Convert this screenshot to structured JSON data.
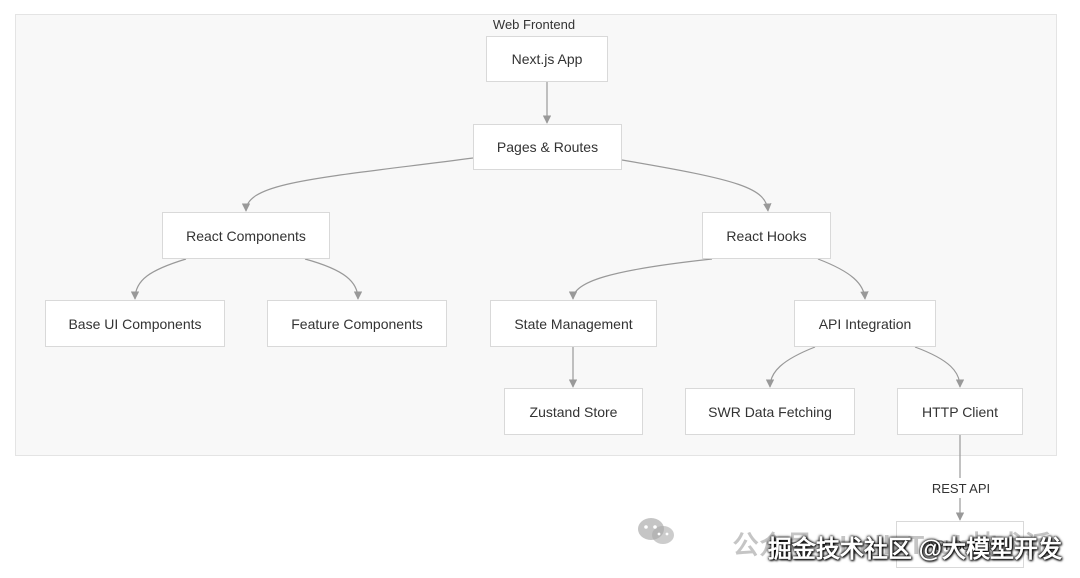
{
  "group": {
    "title": "Web Frontend"
  },
  "nodes": {
    "nextjs_app": "Next.js App",
    "pages_routes": "Pages & Routes",
    "react_components": "React Components",
    "react_hooks": "React Hooks",
    "base_ui_components": "Base UI Components",
    "feature_components": "Feature Components",
    "state_management": "State Management",
    "api_integration": "API Integration",
    "zustand_store": "Zustand Store",
    "swr_data_fetching": "SWR Data Fetching",
    "http_client": "HTTP Client",
    "api_server": "API Server"
  },
  "edge_labels": {
    "rest_api": "REST API"
  },
  "watermark": {
    "line1": "公众号 · HelloTech技术派",
    "line2": "掘金技术社区 @大模型开发"
  },
  "colors": {
    "edge": "#999999",
    "node_border": "#d9d9d9",
    "group_bg": "#f8f8f8"
  }
}
